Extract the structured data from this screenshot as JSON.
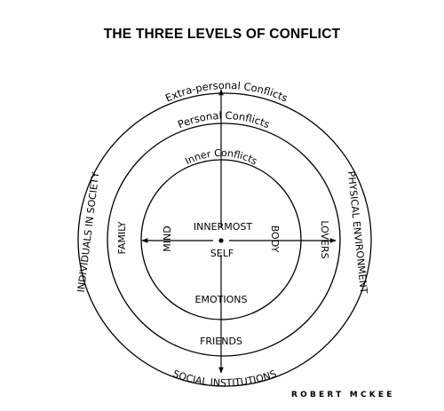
{
  "title": "THE THREE LEVELS OF CONFLICT",
  "author": "ROBERT MCKEE",
  "levels": {
    "extra_personal": {
      "label": "Extra-personal Conflicts",
      "left": "INDIVIDUALS IN SOCIETY",
      "right": "PHYSICAL ENVIRONMENT",
      "bottom": "SOCIAL INSTITUTIONS"
    },
    "personal": {
      "label": "Personal Conflicts",
      "left": "FAMILY",
      "right": "LOVERS",
      "bottom": "FRIENDS"
    },
    "inner": {
      "label": "Inner Conflicts",
      "left": "MIND",
      "right": "BODY",
      "bottom": "EMOTIONS"
    }
  },
  "center": {
    "top": "INNERMOST",
    "bottom": "SELF"
  }
}
